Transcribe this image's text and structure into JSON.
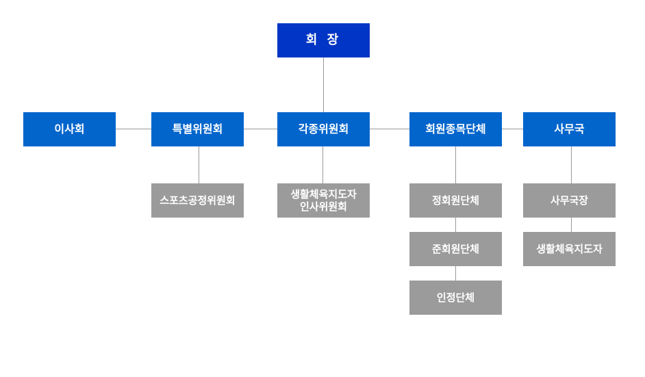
{
  "org_chart": {
    "top": "회 장",
    "level1": {
      "board": "이사회",
      "special_committee": "특별위원회",
      "committees": "각종위원회",
      "member_groups": "회원종목단체",
      "secretariat": "사무국"
    },
    "special_sub": [
      "스포츠공정위원회"
    ],
    "committee_sub": [
      "생활체육지도자",
      "인사위원회"
    ],
    "member_sub": [
      "정회원단체",
      "준회원단체",
      "인정단체"
    ],
    "secretariat_sub": [
      "사무국장",
      "생활체육지도자"
    ]
  }
}
